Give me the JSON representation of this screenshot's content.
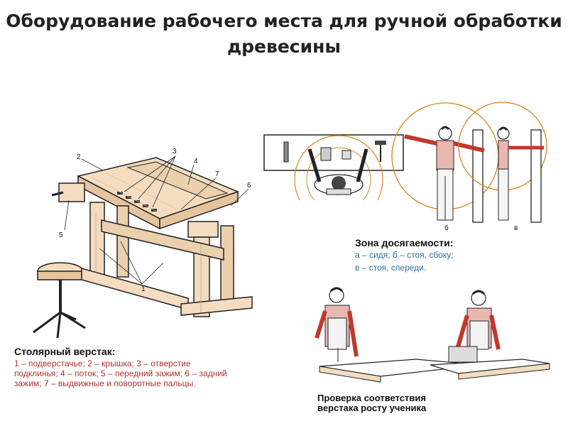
{
  "title": {
    "line1": "Оборудование рабочего места для ручной обработки",
    "line2": "древесины"
  },
  "workbench": {
    "caption_title": "Столярный верстак:",
    "caption_text_1": "1 – подверстачье; 2 – крышка; 3  – отверстие",
    "caption_text_2": "подклинья; 4 – поток; 5 – передний зажим; 6 – задний",
    "caption_text_3": "зажим; 7 – выдвижные и поворотные пальцы.",
    "labels": [
      "1",
      "2",
      "3",
      "4",
      "5",
      "6",
      "7"
    ]
  },
  "reach": {
    "caption_title": "Зона досягаемости:",
    "caption_line1": "а – сидя; б – стоя, сбоку;",
    "caption_line2": "в – стоя, спереди.",
    "label_b": "б",
    "label_v": "в"
  },
  "check": {
    "caption_line1": "Проверка соответствия",
    "caption_line2": "верстака росту ученика"
  },
  "colors": {
    "wood": "#f3dcc0",
    "wood_dark": "#e6c49e",
    "reach_circle": "#d9861c",
    "plaid": "#c0392b",
    "caption_red": "#b03030",
    "caption_blue": "#2c6fa0"
  }
}
